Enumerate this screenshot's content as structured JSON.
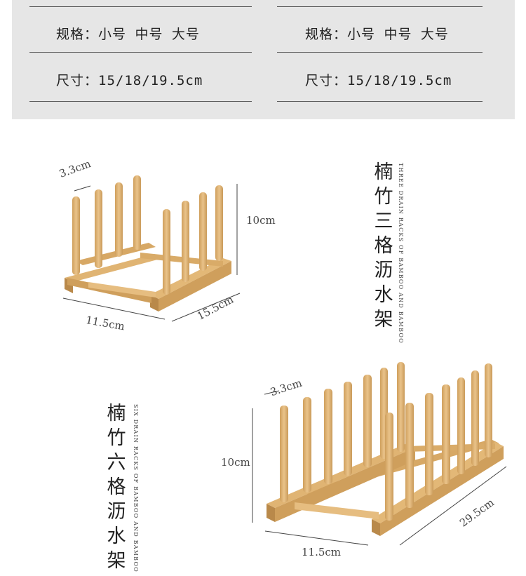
{
  "spec_table": {
    "columns": [
      {
        "spec": "规格：小号 中号 大号",
        "size": "尺寸：15/18/19.5cm"
      },
      {
        "spec": "规格：小号 中号 大号",
        "size": "尺寸：15/18/19.5cm"
      }
    ]
  },
  "rack_three": {
    "title_chars": [
      "楠",
      "竹",
      "三",
      "格",
      "沥",
      "水",
      "架"
    ],
    "subtitle": "THREE DRAIN RACKS OF BAMBOO AND BAMBOO",
    "dims": {
      "peg_gap": "3.3cm",
      "height": "10cm",
      "width": "11.5cm",
      "length": "15.5cm"
    }
  },
  "rack_six": {
    "title_chars": [
      "楠",
      "竹",
      "六",
      "格",
      "沥",
      "水",
      "架"
    ],
    "subtitle": "SIX DRAIN RACKS OF BAMBOO AND BAMBOO",
    "dims": {
      "peg_gap": "3.3cm",
      "height": "10cm",
      "width": "11.5cm",
      "length": "29.5cm"
    }
  },
  "colors": {
    "panel": "#e6e6e6",
    "bamboo": "#e2b778",
    "bamboo_dark": "#c99a59",
    "line": "#555555"
  }
}
